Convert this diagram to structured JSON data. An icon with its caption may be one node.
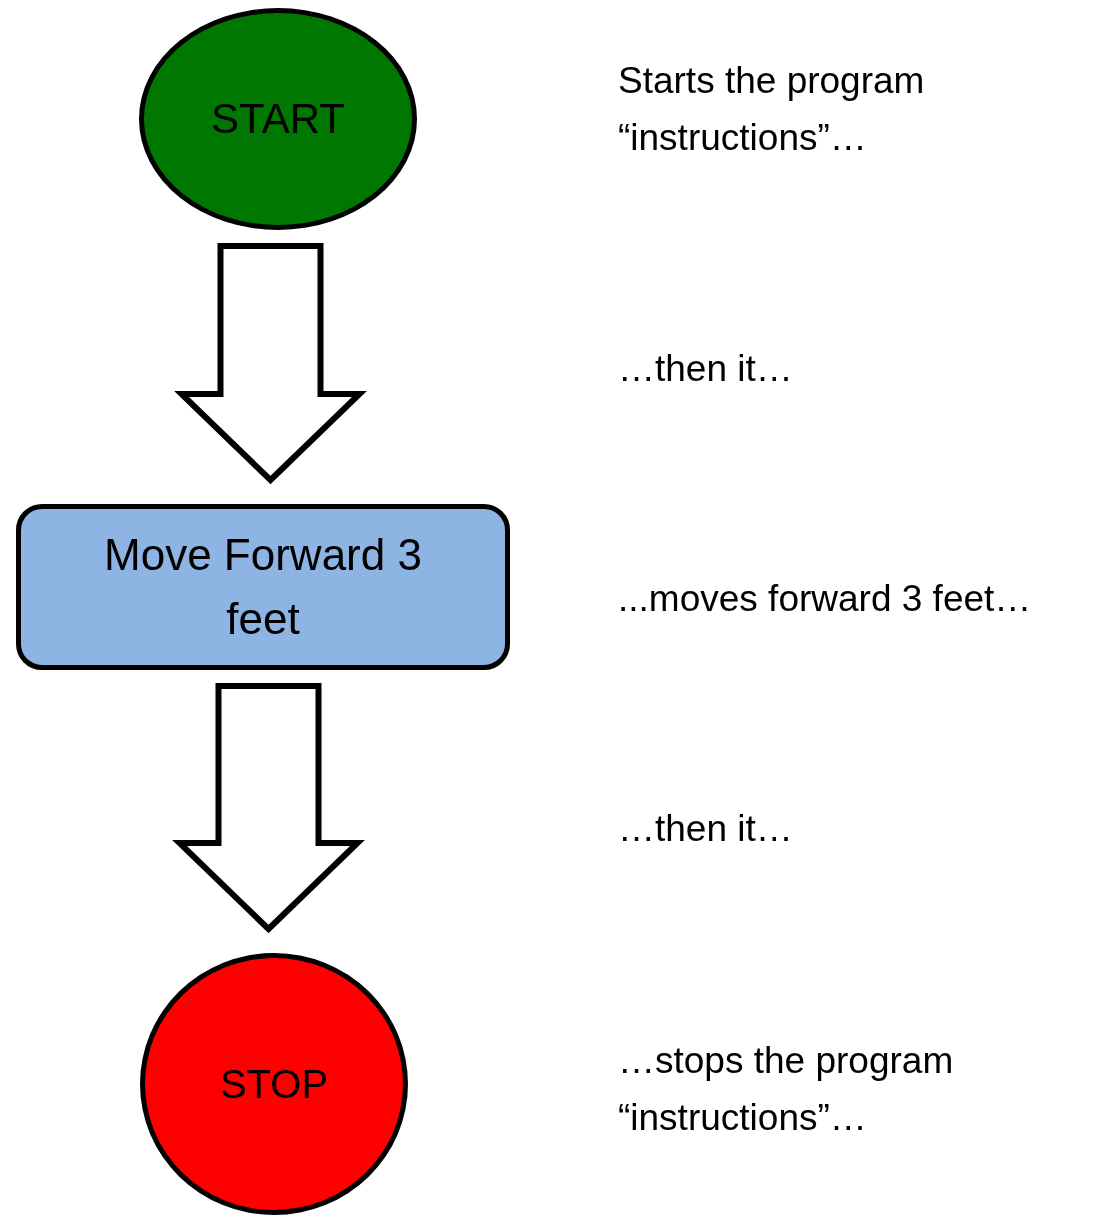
{
  "diagram": {
    "nodes": [
      {
        "text": [
          "START"
        ]
      },
      {
        "text": [
          "Move Forward 3 feet"
        ]
      },
      {
        "text": [
          "STOP"
        ]
      }
    ],
    "edges": [
      {
        "from": 0,
        "to": 1,
        "arrow": "to"
      },
      {
        "from": 1,
        "to": 2,
        "arrow": "to"
      }
    ],
    "labels": [
      "Starts the program “instructions”…",
      "…then it…",
      "...moves forward 3 feet…",
      "…then it…",
      "…stops the program “instructions”…"
    ]
  }
}
